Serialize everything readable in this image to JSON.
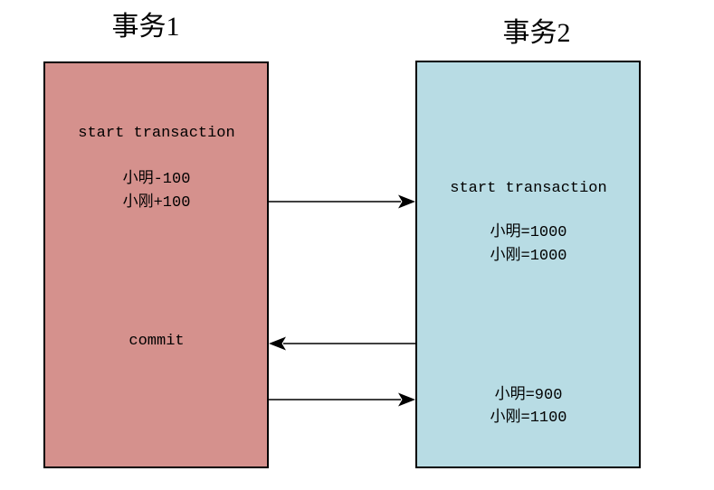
{
  "page": {
    "background": "#ffffff"
  },
  "transaction1": {
    "title": "事务1",
    "fill": "#d5918d",
    "border_color": "#000000",
    "steps": {
      "start": "start transaction",
      "op1": "小明-100",
      "op2": "小刚+100",
      "commit": "commit"
    }
  },
  "transaction2": {
    "title": "事务2",
    "fill": "#b8dce4",
    "border_color": "#000000",
    "steps": {
      "start": "start transaction",
      "read1_line1": "小明=1000",
      "read1_line2": "小刚=1000",
      "read2_line1": "小明=900",
      "read2_line2": "小刚=1100"
    }
  },
  "arrows": {
    "color": "#000000",
    "arrow1": {
      "direction": "right"
    },
    "arrow2": {
      "direction": "left"
    },
    "arrow3": {
      "direction": "right"
    }
  }
}
